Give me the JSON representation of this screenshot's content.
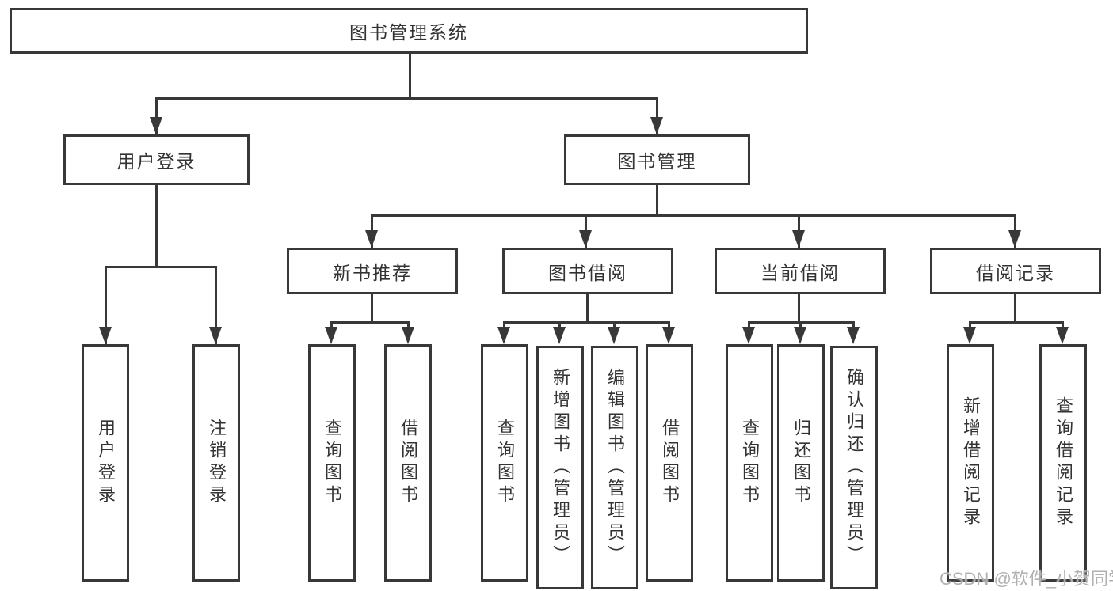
{
  "diagram": {
    "root": {
      "label": "图书管理系统"
    },
    "level2": [
      {
        "label": "用户登录"
      },
      {
        "label": "图书管理"
      }
    ],
    "level3": [
      {
        "label": "新书推荐"
      },
      {
        "label": "图书借阅"
      },
      {
        "label": "当前借阅"
      },
      {
        "label": "借阅记录"
      }
    ],
    "leaves": {
      "user_login": [
        "用户登录",
        "注销登录"
      ],
      "new_book_rec": [
        "查询图书",
        "借阅图书"
      ],
      "book_borrow": [
        "查询图书",
        "新增图书（管理员）",
        "编辑图书（管理员）",
        "借阅图书"
      ],
      "current_borrow": [
        "查询图书",
        "归还图书",
        "确认归还（管理员）"
      ],
      "borrow_record": [
        "新增借阅记录",
        "查询借阅记录"
      ]
    }
  },
  "watermark": {
    "text": "CSDN @软件_小贺同学"
  },
  "colors": {
    "line": "#383838",
    "text": "#333333",
    "watermark": "#b0b0b0",
    "background": "#ffffff"
  }
}
